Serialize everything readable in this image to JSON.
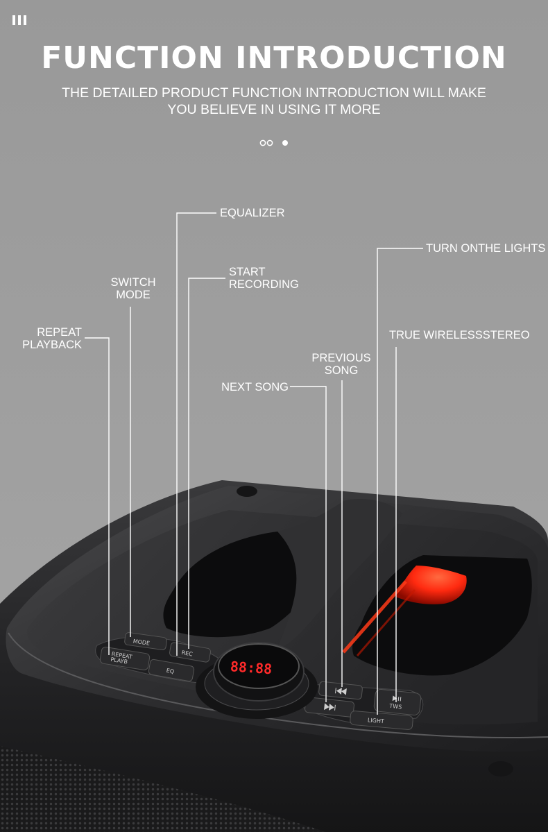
{
  "header": {
    "title": "FUNCTION INTRODUCTION",
    "subtitle_line1": "THE DETAILED PRODUCT FUNCTION INTRODUCTION WILL MAKE",
    "subtitle_line2": "YOU BELIEVE IN USING IT MORE"
  },
  "callouts": {
    "equalizer": "EQUALIZER",
    "turn_on_lights": "TURN ONTHE LIGHTS",
    "switch_mode_1": "SWITCH",
    "switch_mode_2": "MODE",
    "start_recording_1": "START",
    "start_recording_2": "RECORDING",
    "repeat_playback_1": "REPEAT",
    "repeat_playback_2": "PLAYBACK",
    "true_wireless_stereo": "TRUE WIRELESSSTEREO",
    "previous_song_1": "PREVIOUS",
    "previous_song_2": "SONG",
    "next_song": "NEXT SONG"
  },
  "speaker": {
    "display_readout": "88:88",
    "button_mode": "MODE",
    "button_repeat_1": "REPEAT",
    "button_repeat_2": "PLAYB",
    "button_rec": "REC",
    "button_eq": "EQ",
    "button_light": "LIGHT",
    "button_tws": "TWS"
  },
  "colors": {
    "background": "#9b9b9b",
    "speaker_body": "#2b2b2d",
    "light_accent": "#ff2a10",
    "display_digits": "#ff2a2a",
    "text": "#ffffff"
  },
  "icons": [
    "menu-bars-icon",
    "carousel-dots",
    "previous-track-icon",
    "next-track-icon",
    "play-pause-icon"
  ]
}
